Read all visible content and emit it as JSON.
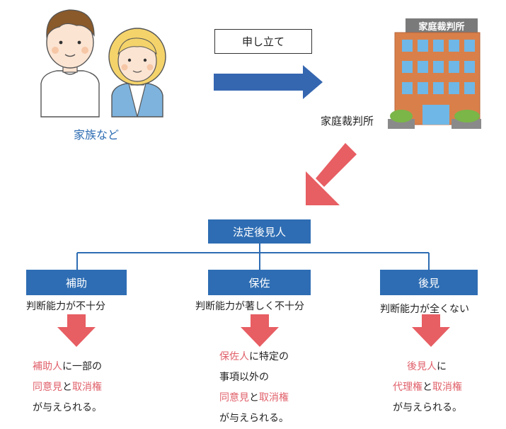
{
  "applicant": {
    "label": "家族など"
  },
  "petition": {
    "label": "申し立て"
  },
  "court": {
    "sign": "家庭裁判所",
    "label": "家庭裁判所"
  },
  "guardian": {
    "label": "法定後見人"
  },
  "types": [
    {
      "title": "補助",
      "condition": "判断能力が不十分",
      "result": [
        [
          {
            "t": "補助人",
            "hl": true
          },
          {
            "t": "に一部の",
            "hl": false
          }
        ],
        [
          {
            "t": "同意見",
            "hl": true
          },
          {
            "t": "と",
            "hl": false
          },
          {
            "t": "取消権",
            "hl": true
          }
        ],
        [
          {
            "t": "が与えられる。",
            "hl": false
          }
        ]
      ]
    },
    {
      "title": "保佐",
      "condition": "判断能力が著しく不十分",
      "result": [
        [
          {
            "t": "保佐人",
            "hl": true
          },
          {
            "t": "に特定の",
            "hl": false
          }
        ],
        [
          {
            "t": "事項以外の",
            "hl": false
          }
        ],
        [
          {
            "t": "同意見",
            "hl": true
          },
          {
            "t": "と",
            "hl": false
          },
          {
            "t": "取消権",
            "hl": true
          }
        ],
        [
          {
            "t": "が与えられる。",
            "hl": false
          }
        ]
      ]
    },
    {
      "title": "後見",
      "condition": "判断能力が全くない",
      "result": [
        [
          {
            "t": "後見人",
            "hl": true
          },
          {
            "t": "に",
            "hl": false
          }
        ],
        [
          {
            "t": "代理権",
            "hl": true
          },
          {
            "t": "と",
            "hl": false
          },
          {
            "t": "取消権",
            "hl": true
          }
        ],
        [
          {
            "t": "が与えられる。",
            "hl": false
          }
        ]
      ]
    }
  ],
  "colors": {
    "blue": "#2e6db3",
    "arrow_blue": "#3566b0",
    "arrow_red": "#e75e63",
    "highlight": "#e0606a",
    "line": "#2e6db3"
  }
}
